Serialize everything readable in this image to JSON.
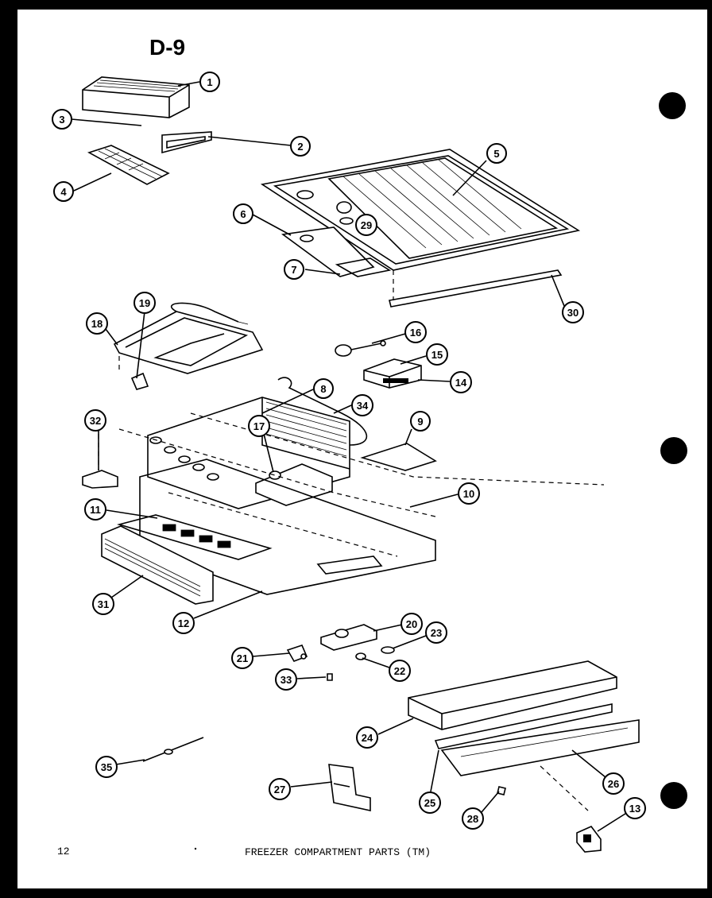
{
  "page": {
    "title": "D-9",
    "page_number": "12",
    "caption": "FREEZER COMPARTMENT PARTS (TM)"
  },
  "callouts": [
    "1",
    "2",
    "3",
    "4",
    "5",
    "6",
    "7",
    "8",
    "9",
    "10",
    "11",
    "12",
    "13",
    "14",
    "15",
    "16",
    "17",
    "18",
    "19",
    "20",
    "21",
    "22",
    "23",
    "24",
    "25",
    "26",
    "27",
    "28",
    "29",
    "30",
    "31",
    "32",
    "33",
    "34",
    "35"
  ]
}
